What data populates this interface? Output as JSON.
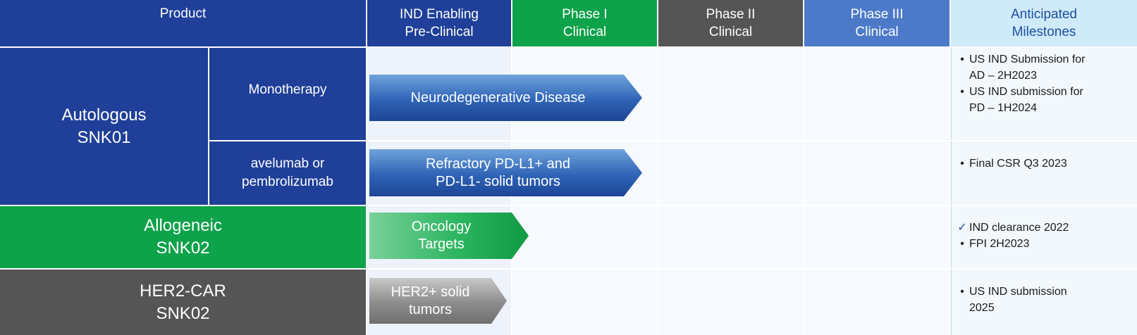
{
  "header": {
    "product": "Product",
    "stage1": [
      "IND Enabling",
      "Pre-Clinical"
    ],
    "stage2": [
      "Phase I",
      "Clinical"
    ],
    "stage3": [
      "Phase II",
      "Clinical"
    ],
    "stage4": [
      "Phase III",
      "Clinical"
    ],
    "milestones": [
      "Anticipated",
      "Milestones"
    ]
  },
  "products": {
    "autologous": [
      "Autologous",
      "SNK01"
    ],
    "monotherapy": "Monotherapy",
    "combo": [
      "avelumab or",
      "pembrolizumab"
    ],
    "allogeneic": [
      "Allogeneic",
      "SNK02"
    ],
    "her2": [
      "HER2-CAR",
      "SNK02"
    ]
  },
  "arrows": {
    "neuro": [
      "Neurodegenerative Disease"
    ],
    "tumors": [
      "Refractory PD-L1+ and",
      "PD-L1- solid tumors"
    ],
    "oncology": [
      "Oncology",
      "Targets"
    ],
    "her2": [
      "HER2+ solid",
      "tumors"
    ]
  },
  "milestones": {
    "mono": [
      {
        "bullet": "•",
        "text": [
          "US IND Submission for",
          "AD – 2H2023"
        ]
      },
      {
        "bullet": "•",
        "text": [
          "US IND submission for",
          "PD – 1H2024"
        ]
      }
    ],
    "combo": [
      {
        "bullet": "•",
        "text": [
          "Final CSR Q3 2023"
        ]
      }
    ],
    "allo": [
      {
        "bullet": "✓",
        "text": [
          "IND clearance 2022"
        ]
      },
      {
        "bullet": "•",
        "text": [
          "FPI 2H2023"
        ]
      }
    ],
    "her2": [
      {
        "bullet": "•",
        "text": [
          "US IND submission",
          "2025"
        ]
      }
    ]
  },
  "colors": {
    "dark_blue": "#1f3f98",
    "green": "#0ea24a",
    "gray": "#555555",
    "mid_blue": "#4c7ac8",
    "milestone_header": "#cfeaf8"
  }
}
